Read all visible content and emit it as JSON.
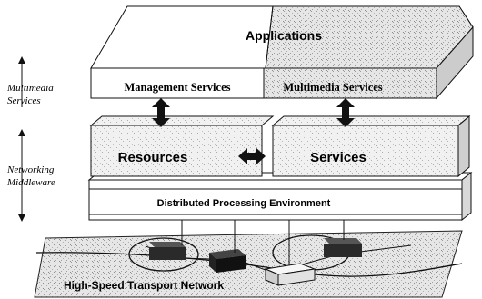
{
  "diagram": {
    "top_layer": {
      "title": "Applications"
    },
    "service_labels": {
      "management": "Management Services",
      "multimedia": "Multimedia Services"
    },
    "middle_boxes": {
      "resources": "Resources",
      "services": "Services"
    },
    "dpe": "Distributed Processing Environment",
    "network": "High-Speed Transport Network",
    "side_labels": {
      "upper": {
        "line1": "Multimedia",
        "line2": "Services"
      },
      "lower": {
        "line1": "Networking",
        "line2": "Middleware"
      }
    }
  }
}
